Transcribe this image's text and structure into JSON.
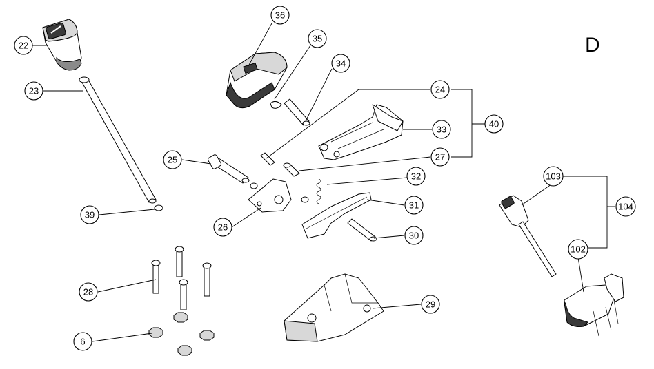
{
  "view_label": "D",
  "callouts": [
    {
      "id": "c22",
      "label": "22"
    },
    {
      "id": "c23",
      "label": "23"
    },
    {
      "id": "c36",
      "label": "36"
    },
    {
      "id": "c35",
      "label": "35"
    },
    {
      "id": "c34",
      "label": "34"
    },
    {
      "id": "c24",
      "label": "24"
    },
    {
      "id": "c40",
      "label": "40"
    },
    {
      "id": "c33",
      "label": "33"
    },
    {
      "id": "c27",
      "label": "27"
    },
    {
      "id": "c25",
      "label": "25"
    },
    {
      "id": "c32",
      "label": "32"
    },
    {
      "id": "c31",
      "label": "31"
    },
    {
      "id": "c39",
      "label": "39"
    },
    {
      "id": "c26",
      "label": "26"
    },
    {
      "id": "c30",
      "label": "30"
    },
    {
      "id": "c103",
      "label": "103"
    },
    {
      "id": "c104",
      "label": "104"
    },
    {
      "id": "c102",
      "label": "102"
    },
    {
      "id": "c28",
      "label": "28"
    },
    {
      "id": "c29",
      "label": "29"
    },
    {
      "id": "c6",
      "label": "6"
    }
  ]
}
